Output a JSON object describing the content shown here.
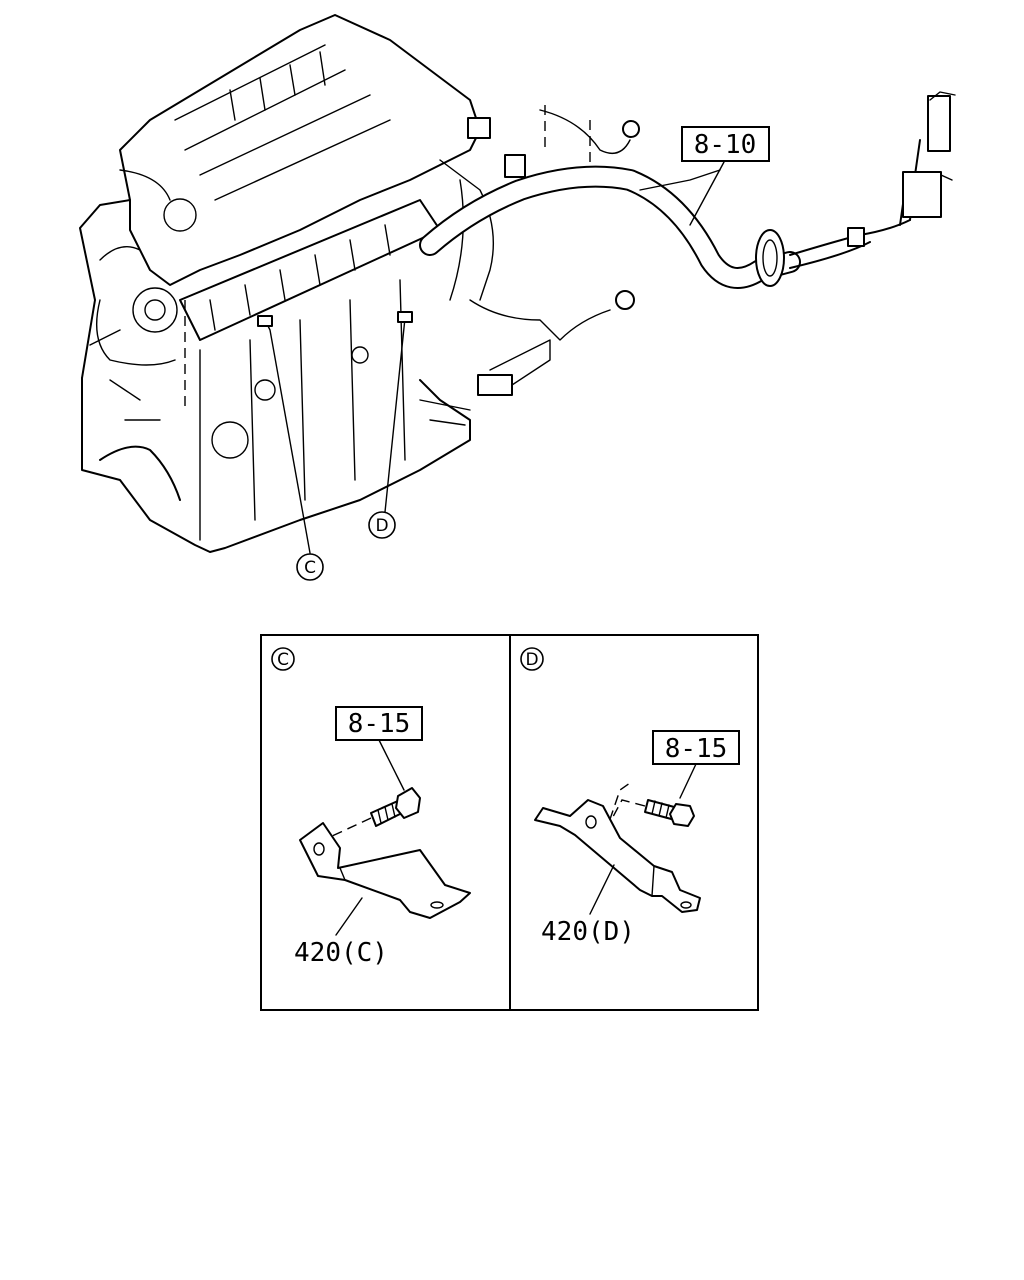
{
  "refs": {
    "harness_ref": "8-10",
    "bolt_ref_c": "8-15",
    "bolt_ref_d": "8-15"
  },
  "callouts": {
    "c": "C",
    "d": "D"
  },
  "panels": {
    "c": {
      "tag": "C",
      "part_label": "420(C)"
    },
    "d": {
      "tag": "D",
      "part_label": "420(D)"
    }
  }
}
